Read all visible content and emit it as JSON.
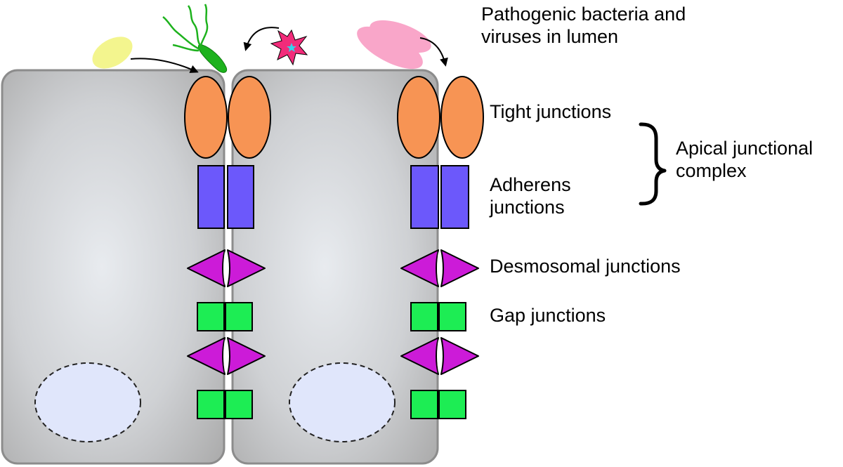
{
  "labels": {
    "lumen": [
      "Pathogenic bacteria and",
      "viruses in lumen"
    ],
    "tight": "Tight junctions",
    "adherens": [
      "Adherens",
      "junctions"
    ],
    "desmosomal": "Desmosomal junctions",
    "gap": "Gap junctions",
    "apical": [
      "Apical junctional",
      "complex"
    ]
  },
  "colors": {
    "cell_gradient_center": "#e8ebef",
    "cell_gradient_edge": "#a9a9a9",
    "cell_border": "#8c8c8c",
    "nucleus": "#e0e6fb",
    "tight_junction": "#f79454",
    "adherens_junction": "#6c58fb",
    "desmosome": "#cc1bd8",
    "gap_junction": "#1ded54",
    "bacterium_yellow": "#f3f58e",
    "bacterium_green": "#1db21d",
    "virus_star": "#f22b7a",
    "virus_core": "#34d2ec",
    "pathogen_pink": "#f9a6c9"
  },
  "icons": {
    "pathogen_1": "yellow-bacterium-icon",
    "pathogen_2": "flagellated-bacterium-icon",
    "pathogen_3": "star-virus-icon",
    "pathogen_4": "pink-bacterium-icon"
  }
}
